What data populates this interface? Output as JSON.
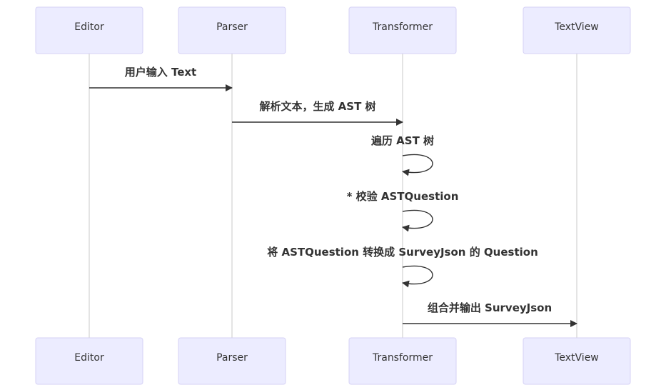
{
  "participants": [
    {
      "id": "editor",
      "label": "Editor"
    },
    {
      "id": "parser",
      "label": "Parser"
    },
    {
      "id": "transformer",
      "label": "Transformer"
    },
    {
      "id": "textview",
      "label": "TextView"
    }
  ],
  "messages": [
    {
      "from": "editor",
      "to": "parser",
      "label": "用户输入 Text"
    },
    {
      "from": "parser",
      "to": "transformer",
      "label": "解析文本，生成 AST 树"
    },
    {
      "from": "transformer",
      "to": "transformer",
      "label": "遍历 AST 树"
    },
    {
      "from": "transformer",
      "to": "transformer",
      "label": "* 校验 ASTQuestion"
    },
    {
      "from": "transformer",
      "to": "transformer",
      "label": "将 ASTQuestion 转换成 SurveyJson 的 Question"
    },
    {
      "from": "transformer",
      "to": "textview",
      "label": "组合并输出 SurveyJson"
    }
  ],
  "colors": {
    "actor_fill": "#ECECFF",
    "actor_border": "#d6d2f5",
    "line": "#333333",
    "lifeline": "#c8c8c8"
  }
}
